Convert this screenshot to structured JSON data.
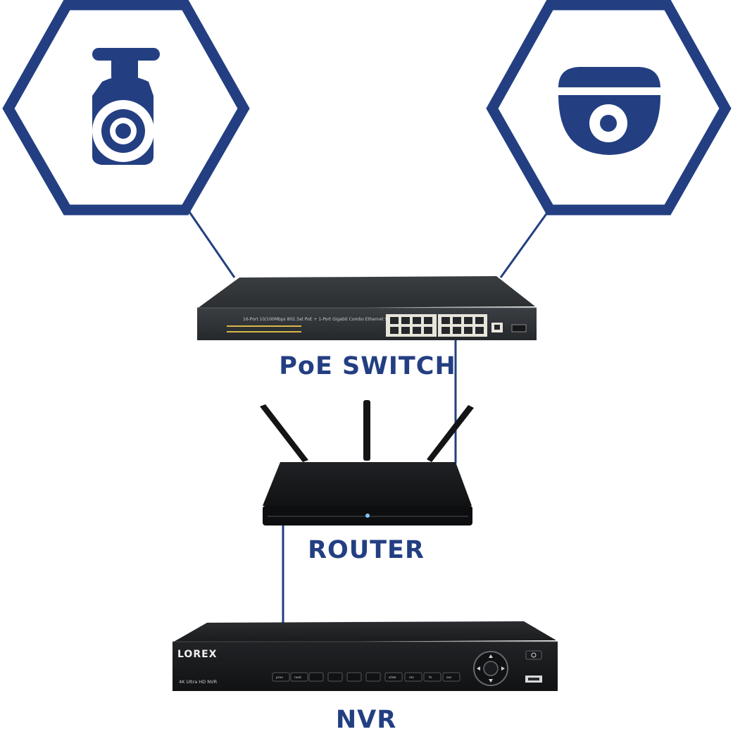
{
  "colors": {
    "brand_navy": "#233f82",
    "background": "#ffffff",
    "device_dark": "#2a2d30",
    "device_black": "#101113",
    "port_light": "#e9e7df"
  },
  "labels": {
    "poe_switch": "PoE SWITCH",
    "router": "ROUTER",
    "nvr": "NVR"
  },
  "icons": {
    "left_camera": "bullet-camera-icon",
    "right_camera": "dome-camera-icon"
  },
  "switch_device": {
    "model_text": "16-Port 10/100Mbps 802.3at PoE + 1-Port Gigabit Combo Ethernet Switch"
  },
  "nvr_device": {
    "brand": "LOREX",
    "model": "4K Ultra HD NVR",
    "buttons": [
      "prev",
      "next",
      "",
      "",
      "",
      "",
      "slide",
      "rec",
      "fn",
      "esc"
    ]
  }
}
